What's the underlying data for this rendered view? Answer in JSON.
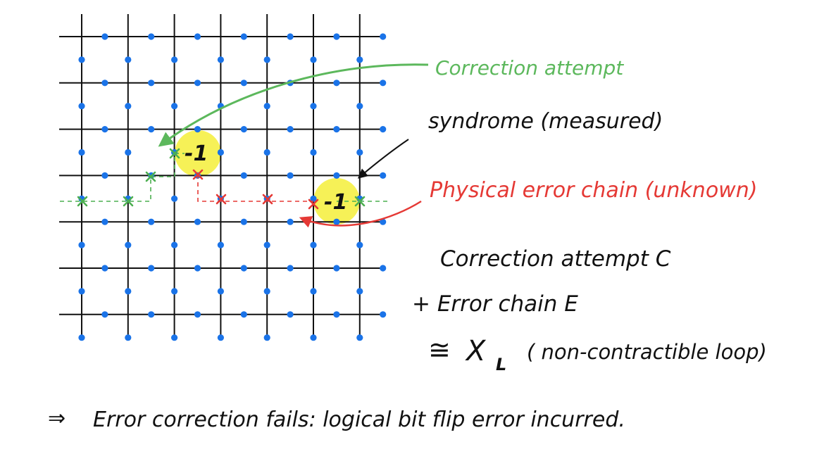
{
  "lattice": {
    "line_color": "#111111",
    "dot_color": "#1a73e8",
    "syndrome_highlight_color": "#f5ef3a"
  },
  "syndromes": [
    {
      "label": "-1"
    },
    {
      "label": "-1"
    }
  ],
  "correction_chain": {
    "color": "#4caf50",
    "marker": "x-mark"
  },
  "error_chain": {
    "color": "#e53935",
    "marker": "x-mark"
  },
  "annotations": {
    "correction_attempt": {
      "text": "Correction attempt",
      "color": "#5cb85c"
    },
    "syndrome": {
      "text": "syndrome (measured)",
      "color": "#111111"
    },
    "physical_error": {
      "text": "Physical error chain (unknown)",
      "color": "#e53935"
    }
  },
  "equation": {
    "line1": "Correction attempt C",
    "line2": "+ Error chain E",
    "approx": "≅",
    "xl_main": "X",
    "xl_sub": "L",
    "xl_note": "( non-contractible loop)"
  },
  "conclusion": {
    "arrow": "⇒",
    "text": "Error correction fails: logical bit flip error incurred."
  }
}
